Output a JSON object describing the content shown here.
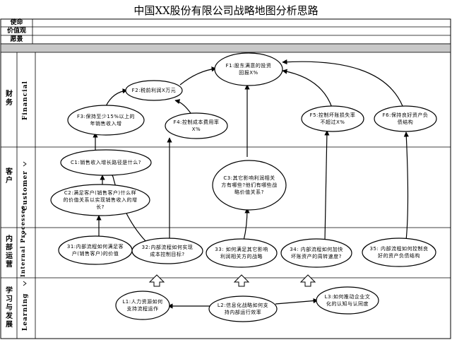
{
  "title": "中国XX股份有限公司战略地图分析思路",
  "header_rows": {
    "mission": "使命",
    "values": "价值观",
    "vision": "愿景"
  },
  "perspectives": {
    "financial": {
      "cn": "财务",
      "en": "Financial"
    },
    "customer": {
      "cn": "客户",
      "en": "Customer"
    },
    "internal": {
      "cn": "内部运营",
      "en": "Internal Processes"
    },
    "learning": {
      "cn": "学习与发展",
      "en": "Learning"
    }
  },
  "nodes": {
    "f1": "F1:股东满意的投资回报X%",
    "f2": "F2:税前利润X万元",
    "f3": "F3:保持至少15%以上的年销售收入增",
    "f4": "F4:控制成本费用率X%",
    "f5": "F5:控制坏账损失率不超过X%",
    "f6": "F6:保持良好资产负债结构",
    "c1": "C1:销售收入增长路径是什么?",
    "c2": "C2:满足客户(销售客户)什么样的价值关系以实现销售收入的增长?",
    "c3": "C3:其它影响利润相关方有哪些?他们有哪些战略价值关系?",
    "i31": "31:内部流程如何满足客户(销售客户)的价值",
    "i32": "32:内部流程如何实现成本控制目标?",
    "i33": "33: 如何满足其它影响利润相关方的战略",
    "i34": "34: 内部流程如何加快坏账资产的周转速度?",
    "i35": "35: 内部流程如何控制良好的资产负债结构",
    "l1": "L1:人力资源如何支持流程运作",
    "l2": "L2:信息化战略如何支持内部运行效率",
    "l3": "L3:如何推动企业文化的认知与认同度"
  }
}
